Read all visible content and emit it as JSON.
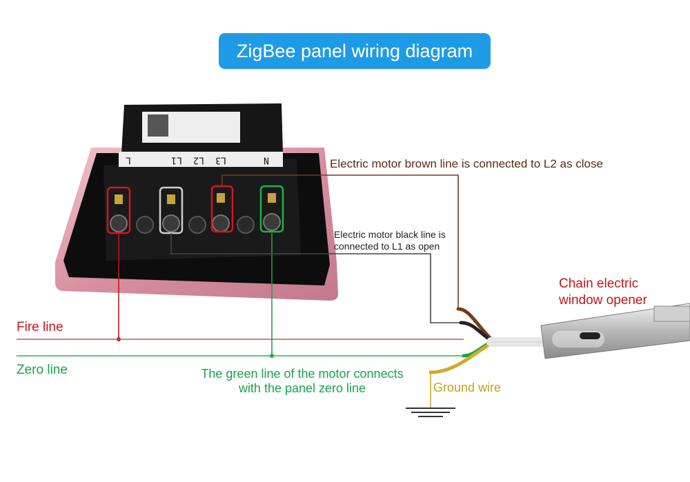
{
  "title": "ZigBee panel wiring diagram",
  "terminals": [
    "L",
    "L1",
    "L2",
    "L3",
    "N"
  ],
  "labels": {
    "brown_line": "Electric motor brown line is connected to L2 as close",
    "black_line_1": "Electric motor black line is",
    "black_line_2": "connected to L1 as open",
    "fire_line": "Fire line",
    "zero_line": "Zero line",
    "green_line_1": "The green line of the motor connects",
    "green_line_2": "with  the panel zero line",
    "ground_wire": "Ground wire",
    "opener_1": "Chain electric",
    "opener_2": "window opener"
  },
  "colors": {
    "title_bg": "#1f9be6",
    "fire": "#c4151c",
    "zero": "#16a34a",
    "brown": "#7a3a16",
    "black": "#333333",
    "ground": "#d4a92a",
    "panel_frame": "#e2a7b2"
  }
}
